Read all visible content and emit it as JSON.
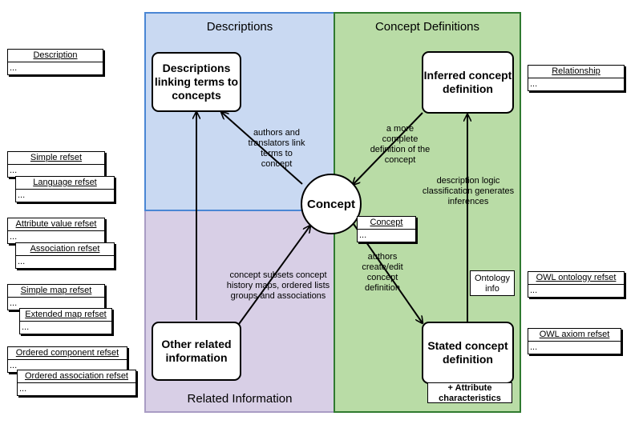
{
  "panels": {
    "descriptions": "Descriptions",
    "concept_definitions": "Concept Definitions",
    "related_information": "Related Information"
  },
  "nodes": {
    "descriptions_linking": "Descriptions linking terms to concepts",
    "inferred_definition": "Inferred concept definition",
    "concept": "Concept",
    "other_related": "Other related information",
    "stated_definition": "Stated concept definition"
  },
  "edge_labels": {
    "authors_translators": "authors and translators link terms to concept",
    "more_complete": "a more complete definition of the concept",
    "dl_classification": "description logic classification generates inferences",
    "concept_subsets": "concept subsets concept history maps, ordered lists groups and associations",
    "authors_create": "authors create/edit concept definition"
  },
  "notes": {
    "ontology_info": "Ontology info",
    "attribute_characteristics": "+ Attribute characteristics"
  },
  "cards": {
    "description": {
      "title": "Description",
      "body": "..."
    },
    "relationship": {
      "title": "Relationship",
      "body": "..."
    },
    "simple_refset": {
      "title": "Simple refset",
      "body": "..."
    },
    "language_refset": {
      "title": "Language refset",
      "body": "..."
    },
    "attribute_value_refset": {
      "title": "Attribute value refset",
      "body": "..."
    },
    "association_refset": {
      "title": "Association refset",
      "body": "..."
    },
    "simple_map_refset": {
      "title": "Simple map refset",
      "body": "..."
    },
    "extended_map_refset": {
      "title": "Extended map refset",
      "body": "..."
    },
    "ordered_component_refset": {
      "title": "Ordered component refset",
      "body": "..."
    },
    "ordered_association_refset": {
      "title": "Ordered association refset",
      "body": "..."
    },
    "concept": {
      "title": "Concept",
      "body": "..."
    },
    "owl_ontology_refset": {
      "title": "OWL ontology refset",
      "body": "..."
    },
    "owl_axiom_refset": {
      "title": "OWL axiom refset",
      "body": "..."
    }
  },
  "colors": {
    "descriptions_fill": "#c9d9f2",
    "descriptions_border": "#4a86d4",
    "definitions_fill": "#b9dca6",
    "definitions_border": "#2f7a2f",
    "related_fill": "#d8cfe6",
    "related_border": "#a99cc4"
  }
}
